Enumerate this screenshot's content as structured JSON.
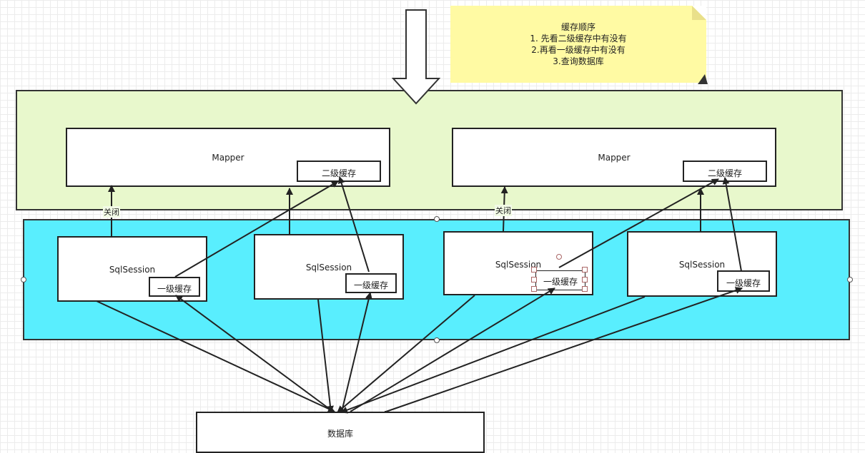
{
  "note": {
    "title": "缓存顺序",
    "lines": [
      "1. 先看二级缓存中有没有",
      "2.再看一级缓存中有没有",
      "3.查询数据库"
    ]
  },
  "mappers": [
    {
      "label": "Mapper",
      "cache_label": "二级缓存"
    },
    {
      "label": "Mapper",
      "cache_label": "二级缓存"
    }
  ],
  "sessions": [
    {
      "label": "SqlSession",
      "cache_label": "一级缓存"
    },
    {
      "label": "SqlSession",
      "cache_label": "一级缓存"
    },
    {
      "label": "SqlSession",
      "cache_label": "一级缓存"
    },
    {
      "label": "SqlSession",
      "cache_label": "一级缓存"
    }
  ],
  "edge_labels": [
    "关闭",
    "关闭"
  ],
  "database": {
    "label": "数据库"
  },
  "colors": {
    "mapper_layer": "#e8f8cc",
    "session_layer": "#59eefe",
    "note": "#fffaa3",
    "line": "#222222"
  }
}
